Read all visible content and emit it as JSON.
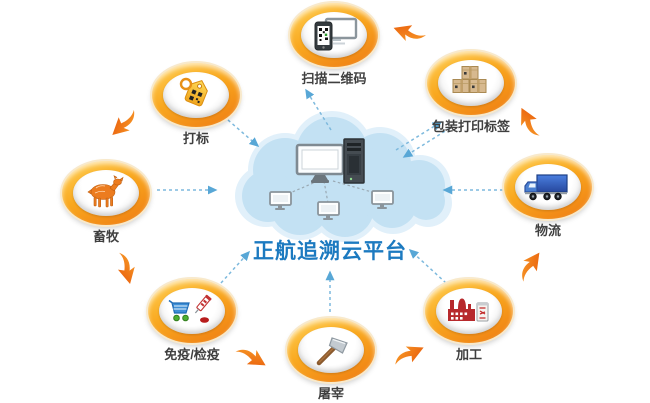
{
  "title": "正航追溯云平台",
  "colors": {
    "ring_orange": "#f9a81f",
    "arrow_orange": "#ed6a0c",
    "dashed_blue": "#7db9dd",
    "cloud_blue": "#c3e1f3",
    "title_blue": "#1c7ac0",
    "label_gray": "#3f3f3f"
  },
  "nodes": [
    {
      "id": "scan-qr",
      "label": "扫描二维码",
      "icon": "qr-scan-icon"
    },
    {
      "id": "tagging",
      "label": "打标",
      "icon": "tag-icon"
    },
    {
      "id": "livestock",
      "label": "畜牧",
      "icon": "sheep-icon"
    },
    {
      "id": "quarantine",
      "label": "免疫/检疫",
      "icon": "cart-syringe-icon"
    },
    {
      "id": "slaughter",
      "label": "屠宰",
      "icon": "axe-icon"
    },
    {
      "id": "processing",
      "label": "加工",
      "icon": "factory-icon"
    },
    {
      "id": "logistics",
      "label": "物流",
      "icon": "truck-icon"
    },
    {
      "id": "packaging",
      "label": "包装打印标签",
      "icon": "boxes-icon"
    }
  ],
  "flow_sequence": [
    "打标",
    "畜牧",
    "免疫/检疫",
    "屠宰",
    "加工",
    "物流",
    "包装打印标签",
    "扫描二维码"
  ],
  "hub": {
    "name": "正航追溯云平台",
    "devices": [
      "desktop-monitor",
      "server-tower",
      "client-monitor",
      "client-monitor",
      "client-monitor"
    ]
  }
}
